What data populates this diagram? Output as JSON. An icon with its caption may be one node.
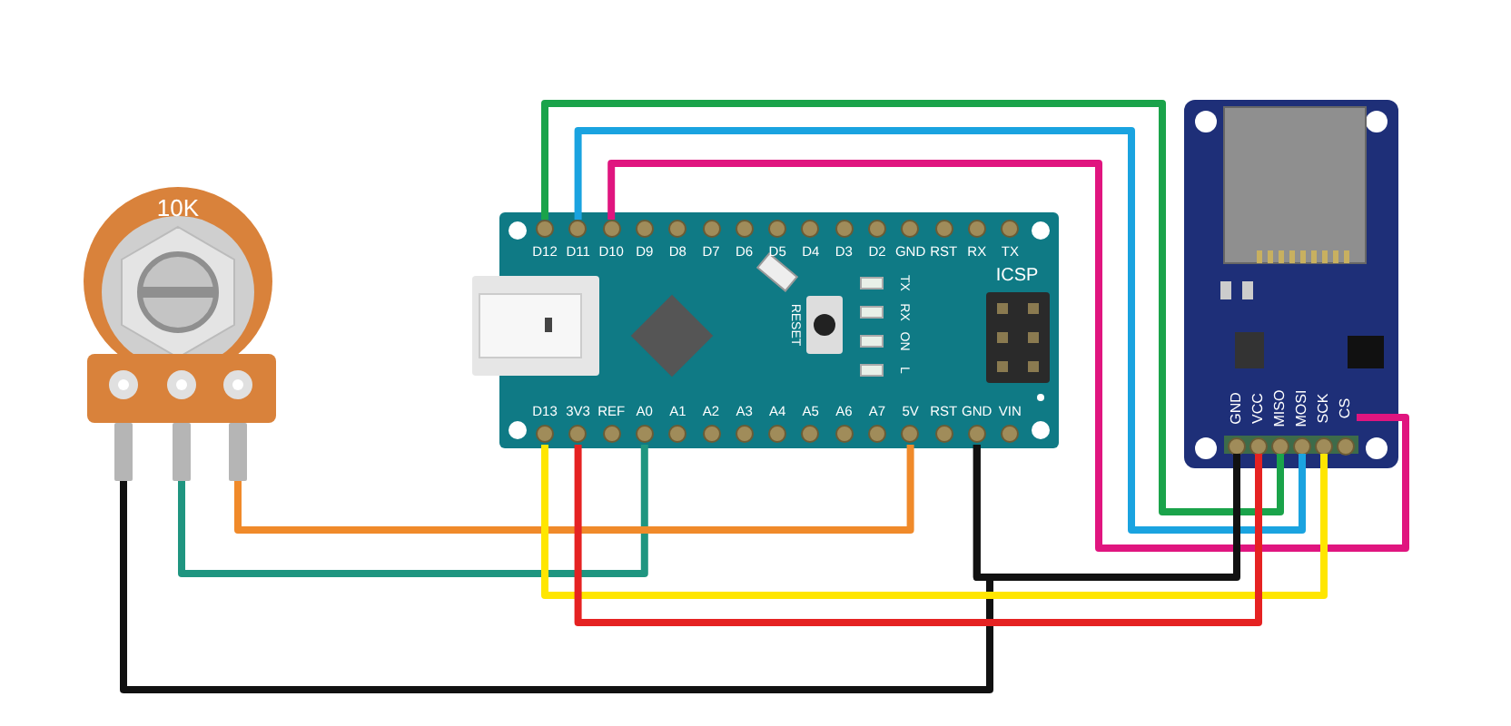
{
  "diagram": {
    "nodes": [
      {
        "text": [
          "10K"
        ]
      },
      {
        "text": [],
        "shape": "bar"
      },
      {
        "text": [],
        "shape": "bar"
      },
      {
        "text": [],
        "shape": "bar"
      },
      {
        "text": [],
        "shape": "box"
      },
      {
        "text": [
          "D12"
        ],
        "in": 4
      },
      {
        "text": [
          "D11"
        ],
        "in": 4
      },
      {
        "text": [
          "D10"
        ],
        "in": 4
      },
      {
        "text": [
          "D9"
        ],
        "in": 4
      },
      {
        "text": [
          "D8"
        ],
        "in": 4
      },
      {
        "text": [
          "D7"
        ],
        "in": 4
      },
      {
        "text": [
          "D6"
        ],
        "in": 4
      },
      {
        "text": [
          "D5"
        ],
        "in": 4
      },
      {
        "text": [
          "D4"
        ],
        "in": 4
      },
      {
        "text": [
          "D3"
        ],
        "in": 4
      },
      {
        "text": [
          "D2"
        ],
        "in": 4
      },
      {
        "text": [
          "GND"
        ],
        "in": 4
      },
      {
        "text": [
          "RST"
        ],
        "in": 4
      },
      {
        "text": [
          "RX"
        ],
        "in": 4
      },
      {
        "text": [
          "TX"
        ],
        "in": 4
      },
      {
        "text": [
          "D13"
        ],
        "in": 4
      },
      {
        "text": [
          "3V3"
        ],
        "in": 4
      },
      {
        "text": [
          "REF"
        ],
        "in": 4
      },
      {
        "text": [
          "A0"
        ],
        "in": 4
      },
      {
        "text": [
          "A1"
        ],
        "in": 4
      },
      {
        "text": [
          "A2"
        ],
        "in": 4
      },
      {
        "text": [
          "A3"
        ],
        "in": 4
      },
      {
        "text": [
          "A4"
        ],
        "in": 4
      },
      {
        "text": [
          "A5"
        ],
        "in": 4
      },
      {
        "text": [
          "A6"
        ],
        "in": 4
      },
      {
        "text": [
          "A7"
        ],
        "in": 4
      },
      {
        "text": [
          "5V"
        ],
        "in": 4
      },
      {
        "text": [
          "RST"
        ],
        "in": 4
      },
      {
        "text": [
          "GND"
        ],
        "in": 4
      },
      {
        "text": [
          "VIN"
        ],
        "in": 4
      },
      {
        "text": [],
        "shape": "box"
      },
      {
        "text": [
          "GND"
        ],
        "in": 35
      },
      {
        "text": [
          "VCC"
        ],
        "in": 35
      },
      {
        "text": [
          "MISO"
        ],
        "in": 35
      },
      {
        "text": [
          "MOSI"
        ],
        "in": 35
      },
      {
        "text": [
          "SCK"
        ],
        "in": 35
      },
      {
        "text": [
          "CS"
        ],
        "in": 35
      }
    ],
    "edges": [
      {
        "from": 1,
        "to": 33,
        "arrow": "none",
        "color": "#111111"
      },
      {
        "from": 2,
        "to": 23,
        "arrow": "none",
        "color": "#1f9580"
      },
      {
        "from": 3,
        "to": 31,
        "arrow": "none",
        "color": "#f08a2a"
      },
      {
        "from": 5,
        "to": 38,
        "arrow": "none",
        "color": "#1aa34a"
      },
      {
        "from": 6,
        "to": 39,
        "arrow": "none",
        "color": "#1aa3e0"
      },
      {
        "from": 7,
        "to": 41,
        "arrow": "none",
        "color": "#e0157f"
      },
      {
        "from": 20,
        "to": 40,
        "arrow": "none",
        "color": "#ffe600"
      },
      {
        "from": 21,
        "to": 37,
        "arrow": "none",
        "color": "#e52222"
      },
      {
        "from": 33,
        "to": 36,
        "arrow": "none",
        "color": "#111111"
      }
    ],
    "labels": [
      "ICSP",
      "RESET",
      "TX",
      "RX",
      "ON",
      "L"
    ]
  }
}
